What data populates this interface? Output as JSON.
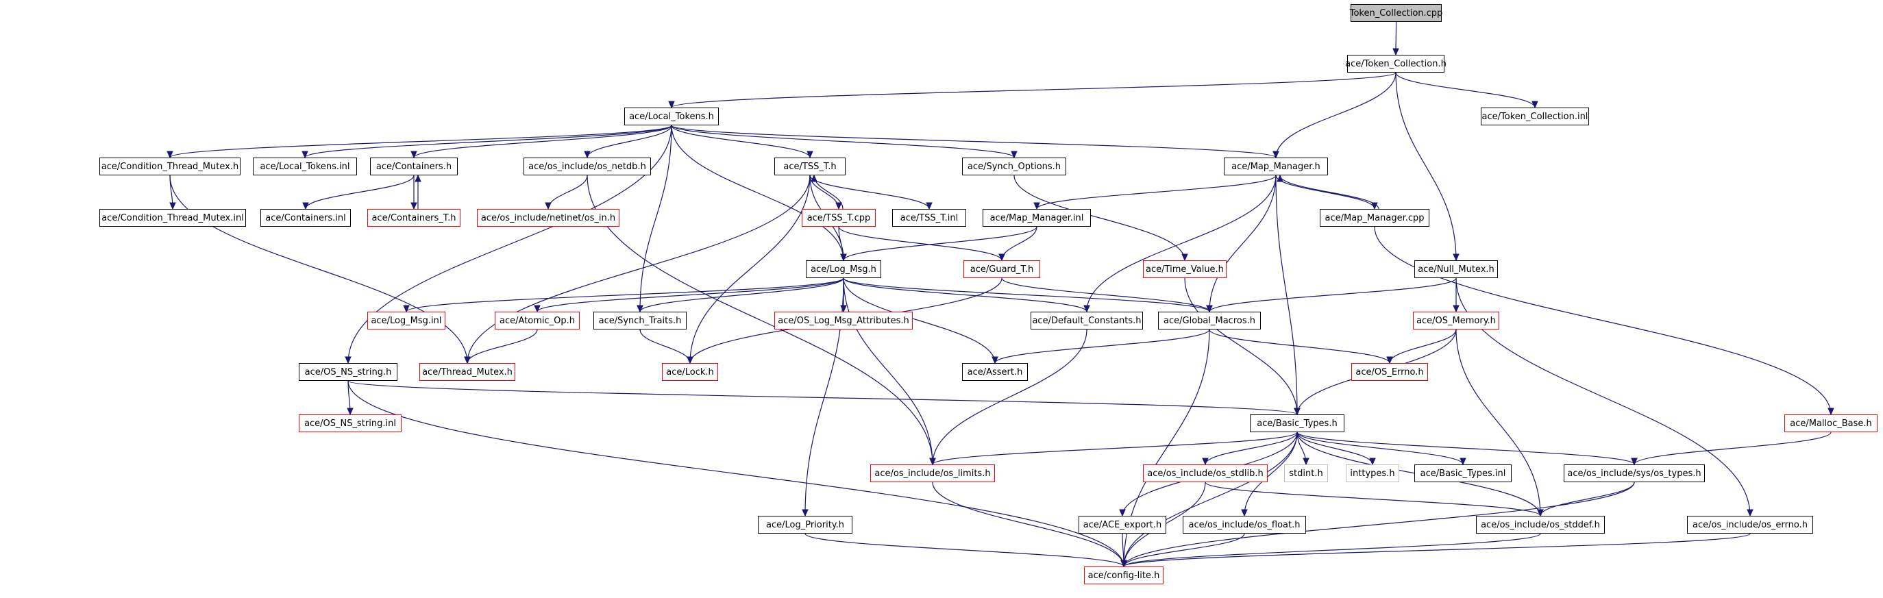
{
  "nodes": [
    {
      "id": "token_collection_cpp",
      "label": "Token_Collection.cpp",
      "kind": "root"
    },
    {
      "id": "token_collection_h",
      "label": "ace/Token_Collection.h",
      "kind": "normal"
    },
    {
      "id": "local_tokens_h",
      "label": "ace/Local_Tokens.h",
      "kind": "normal"
    },
    {
      "id": "token_collection_inl",
      "label": "ace/Token_Collection.inl",
      "kind": "normal"
    },
    {
      "id": "cond_thread_mutex_h",
      "label": "ace/Condition_Thread_Mutex.h",
      "kind": "normal"
    },
    {
      "id": "local_tokens_inl",
      "label": "ace/Local_Tokens.inl",
      "kind": "normal"
    },
    {
      "id": "containers_h",
      "label": "ace/Containers.h",
      "kind": "normal"
    },
    {
      "id": "os_netdb_h",
      "label": "ace/os_include/os_netdb.h",
      "kind": "normal"
    },
    {
      "id": "tss_t_h",
      "label": "ace/TSS_T.h",
      "kind": "normal"
    },
    {
      "id": "synch_options_h",
      "label": "ace/Synch_Options.h",
      "kind": "normal"
    },
    {
      "id": "map_manager_h",
      "label": "ace/Map_Manager.h",
      "kind": "normal"
    },
    {
      "id": "cond_thread_mutex_inl",
      "label": "ace/Condition_Thread_Mutex.inl",
      "kind": "normal"
    },
    {
      "id": "containers_inl",
      "label": "ace/Containers.inl",
      "kind": "normal"
    },
    {
      "id": "containers_t_h",
      "label": "ace/Containers_T.h",
      "kind": "red"
    },
    {
      "id": "netinet_in_h",
      "label": "ace/os_include/netinet/os_in.h",
      "kind": "red"
    },
    {
      "id": "tss_t_cpp",
      "label": "ace/TSS_T.cpp",
      "kind": "red"
    },
    {
      "id": "tss_t_inl",
      "label": "ace/TSS_T.inl",
      "kind": "normal"
    },
    {
      "id": "map_manager_inl",
      "label": "ace/Map_Manager.inl",
      "kind": "normal"
    },
    {
      "id": "map_manager_cpp",
      "label": "ace/Map_Manager.cpp",
      "kind": "normal"
    },
    {
      "id": "log_msg_h",
      "label": "ace/Log_Msg.h",
      "kind": "normal"
    },
    {
      "id": "guard_t_h",
      "label": "ace/Guard_T.h",
      "kind": "red"
    },
    {
      "id": "time_value_h",
      "label": "ace/Time_Value.h",
      "kind": "red"
    },
    {
      "id": "null_mutex_h",
      "label": "ace/Null_Mutex.h",
      "kind": "normal"
    },
    {
      "id": "log_msg_inl",
      "label": "ace/Log_Msg.inl",
      "kind": "red"
    },
    {
      "id": "atomic_op_h",
      "label": "ace/Atomic_Op.h",
      "kind": "red"
    },
    {
      "id": "synch_traits_h",
      "label": "ace/Synch_Traits.h",
      "kind": "normal"
    },
    {
      "id": "os_log_msg_attr_h",
      "label": "ace/OS_Log_Msg_Attributes.h",
      "kind": "red"
    },
    {
      "id": "default_constants_h",
      "label": "ace/Default_Constants.h",
      "kind": "normal"
    },
    {
      "id": "global_macros_h",
      "label": "ace/Global_Macros.h",
      "kind": "normal"
    },
    {
      "id": "os_memory_h",
      "label": "ace/OS_Memory.h",
      "kind": "red"
    },
    {
      "id": "os_ns_string_h",
      "label": "ace/OS_NS_string.h",
      "kind": "normal"
    },
    {
      "id": "thread_mutex_h",
      "label": "ace/Thread_Mutex.h",
      "kind": "red"
    },
    {
      "id": "lock_h",
      "label": "ace/Lock.h",
      "kind": "red"
    },
    {
      "id": "assert_h",
      "label": "ace/Assert.h",
      "kind": "normal"
    },
    {
      "id": "os_errno_h",
      "label": "ace/OS_Errno.h",
      "kind": "red"
    },
    {
      "id": "os_ns_string_inl",
      "label": "ace/OS_NS_string.inl",
      "kind": "red"
    },
    {
      "id": "basic_types_h",
      "label": "ace/Basic_Types.h",
      "kind": "normal"
    },
    {
      "id": "malloc_base_h",
      "label": "ace/Malloc_Base.h",
      "kind": "red"
    },
    {
      "id": "os_limits_h",
      "label": "ace/os_include/os_limits.h",
      "kind": "red"
    },
    {
      "id": "os_stdlib_h",
      "label": "ace/os_include/os_stdlib.h",
      "kind": "red"
    },
    {
      "id": "stdint_h",
      "label": "stdint.h",
      "kind": "gray"
    },
    {
      "id": "inttypes_h",
      "label": "inttypes.h",
      "kind": "gray"
    },
    {
      "id": "basic_types_inl",
      "label": "ace/Basic_Types.inl",
      "kind": "normal"
    },
    {
      "id": "sys_os_types_h",
      "label": "ace/os_include/sys/os_types.h",
      "kind": "normal"
    },
    {
      "id": "log_priority_h",
      "label": "ace/Log_Priority.h",
      "kind": "normal"
    },
    {
      "id": "ace_export_h",
      "label": "ace/ACE_export.h",
      "kind": "normal"
    },
    {
      "id": "os_float_h",
      "label": "ace/os_include/os_float.h",
      "kind": "normal"
    },
    {
      "id": "os_stddef_h",
      "label": "ace/os_include/os_stddef.h",
      "kind": "normal"
    },
    {
      "id": "os_errno_inc_h",
      "label": "ace/os_include/os_errno.h",
      "kind": "normal"
    },
    {
      "id": "config_lite_h",
      "label": "ace/config-lite.h",
      "kind": "red"
    }
  ],
  "edges": [
    [
      "token_collection_cpp",
      "token_collection_h"
    ],
    [
      "token_collection_h",
      "local_tokens_h"
    ],
    [
      "token_collection_h",
      "token_collection_inl"
    ],
    [
      "token_collection_h",
      "map_manager_h"
    ],
    [
      "token_collection_h",
      "null_mutex_h"
    ],
    [
      "local_tokens_h",
      "cond_thread_mutex_h"
    ],
    [
      "local_tokens_h",
      "local_tokens_inl"
    ],
    [
      "local_tokens_h",
      "containers_h"
    ],
    [
      "local_tokens_h",
      "os_netdb_h"
    ],
    [
      "local_tokens_h",
      "tss_t_h"
    ],
    [
      "local_tokens_h",
      "synch_options_h"
    ],
    [
      "local_tokens_h",
      "map_manager_h"
    ],
    [
      "local_tokens_h",
      "log_msg_h"
    ],
    [
      "local_tokens_h",
      "synch_traits_h"
    ],
    [
      "local_tokens_h",
      "os_ns_string_h"
    ],
    [
      "cond_thread_mutex_h",
      "cond_thread_mutex_inl"
    ],
    [
      "cond_thread_mutex_h",
      "thread_mutex_h"
    ],
    [
      "containers_h",
      "containers_inl"
    ],
    [
      "containers_h",
      "containers_t_h"
    ],
    [
      "containers_t_h",
      "containers_h"
    ],
    [
      "os_netdb_h",
      "netinet_in_h"
    ],
    [
      "os_netdb_h",
      "os_limits_h"
    ],
    [
      "tss_t_h",
      "tss_t_cpp"
    ],
    [
      "tss_t_h",
      "tss_t_inl"
    ],
    [
      "tss_t_h",
      "thread_mutex_h"
    ],
    [
      "tss_t_h",
      "lock_h"
    ],
    [
      "tss_t_h",
      "log_msg_h"
    ],
    [
      "tss_t_cpp",
      "tss_t_h"
    ],
    [
      "tss_t_cpp",
      "log_msg_h"
    ],
    [
      "tss_t_cpp",
      "guard_t_h"
    ],
    [
      "synch_options_h",
      "time_value_h"
    ],
    [
      "map_manager_h",
      "map_manager_inl"
    ],
    [
      "map_manager_h",
      "map_manager_cpp"
    ],
    [
      "map_manager_h",
      "default_constants_h"
    ],
    [
      "map_manager_h",
      "global_macros_h"
    ],
    [
      "map_manager_h",
      "basic_types_h"
    ],
    [
      "map_manager_cpp",
      "map_manager_h"
    ],
    [
      "map_manager_cpp",
      "malloc_base_h"
    ],
    [
      "map_manager_inl",
      "log_msg_h"
    ],
    [
      "map_manager_inl",
      "guard_t_h"
    ],
    [
      "guard_t_h",
      "global_macros_h"
    ],
    [
      "guard_t_h",
      "lock_h"
    ],
    [
      "time_value_h",
      "basic_types_h"
    ],
    [
      "null_mutex_h",
      "global_macros_h"
    ],
    [
      "null_mutex_h",
      "os_memory_h"
    ],
    [
      "null_mutex_h",
      "os_errno_inc_h"
    ],
    [
      "log_msg_h",
      "log_msg_inl"
    ],
    [
      "log_msg_h",
      "atomic_op_h"
    ],
    [
      "log_msg_h",
      "synch_traits_h"
    ],
    [
      "log_msg_h",
      "os_log_msg_attr_h"
    ],
    [
      "log_msg_h",
      "default_constants_h"
    ],
    [
      "log_msg_h",
      "global_macros_h"
    ],
    [
      "log_msg_h",
      "assert_h"
    ],
    [
      "log_msg_h",
      "os_limits_h"
    ],
    [
      "log_msg_h",
      "log_priority_h"
    ],
    [
      "atomic_op_h",
      "thread_mutex_h"
    ],
    [
      "synch_traits_h",
      "lock_h"
    ],
    [
      "default_constants_h",
      "os_limits_h"
    ],
    [
      "global_macros_h",
      "assert_h"
    ],
    [
      "global_macros_h",
      "os_errno_h"
    ],
    [
      "global_macros_h",
      "config_lite_h"
    ],
    [
      "os_memory_h",
      "os_errno_h"
    ],
    [
      "os_memory_h",
      "basic_types_h"
    ],
    [
      "os_memory_h",
      "os_stddef_h"
    ],
    [
      "os_ns_string_h",
      "os_ns_string_inl"
    ],
    [
      "os_ns_string_h",
      "basic_types_h"
    ],
    [
      "os_ns_string_h",
      "config_lite_h"
    ],
    [
      "basic_types_h",
      "os_limits_h"
    ],
    [
      "basic_types_h",
      "os_stdlib_h"
    ],
    [
      "basic_types_h",
      "stdint_h"
    ],
    [
      "basic_types_h",
      "inttypes_h"
    ],
    [
      "basic_types_h",
      "basic_types_inl"
    ],
    [
      "basic_types_h",
      "sys_os_types_h"
    ],
    [
      "basic_types_h",
      "ace_export_h"
    ],
    [
      "basic_types_h",
      "os_float_h"
    ],
    [
      "basic_types_h",
      "os_stddef_h"
    ],
    [
      "basic_types_h",
      "config_lite_h"
    ],
    [
      "malloc_base_h",
      "sys_os_types_h"
    ],
    [
      "os_limits_h",
      "config_lite_h"
    ],
    [
      "os_stdlib_h",
      "os_stddef_h"
    ],
    [
      "os_stdlib_h",
      "config_lite_h"
    ],
    [
      "sys_os_types_h",
      "os_stddef_h"
    ],
    [
      "sys_os_types_h",
      "config_lite_h"
    ],
    [
      "log_priority_h",
      "config_lite_h"
    ],
    [
      "ace_export_h",
      "config_lite_h"
    ],
    [
      "os_float_h",
      "config_lite_h"
    ],
    [
      "os_stddef_h",
      "config_lite_h"
    ],
    [
      "os_errno_inc_h",
      "config_lite_h"
    ]
  ]
}
